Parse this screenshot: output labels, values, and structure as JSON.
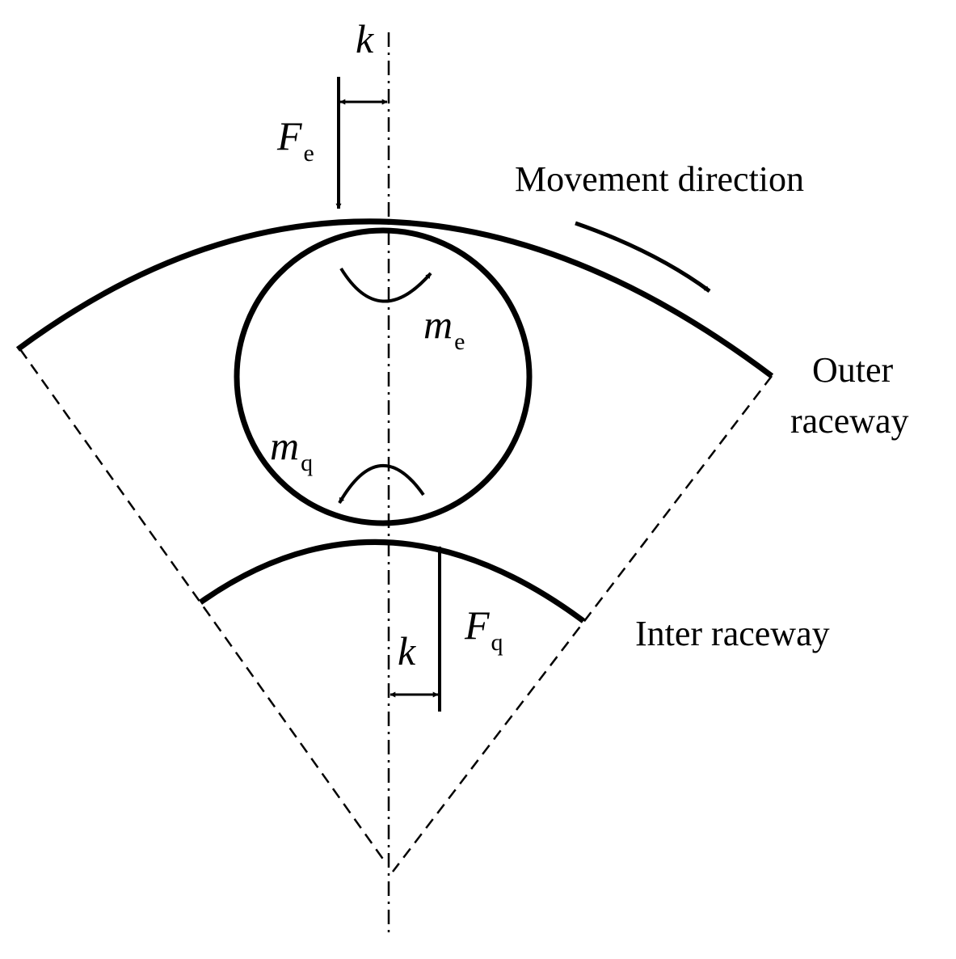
{
  "labels": {
    "movement_direction": "Movement direction",
    "outer_raceway_line1": "Outer",
    "outer_raceway_line2": "raceway",
    "inter_raceway": "Inter raceway"
  },
  "symbols": {
    "k_top": "k",
    "k_bottom": "k",
    "Fe_main": "F",
    "Fe_sub": "e",
    "Fq_main": "F",
    "Fq_sub": "q",
    "me_main": "m",
    "me_sub": "e",
    "mq_main": "m",
    "mq_sub": "q"
  }
}
